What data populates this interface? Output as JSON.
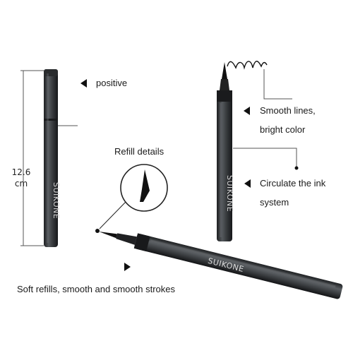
{
  "brand": "SUIKONE",
  "dimension": {
    "value": "12.6",
    "unit": "cm"
  },
  "labels": {
    "positive": "positive",
    "smooth_lines": "Smooth lines,",
    "bright_color": "bright color",
    "refill_details": "Refill details",
    "circulate_ink": "Circulate the ink",
    "system": "system",
    "soft_refills": "Soft refills, smooth and smooth strokes"
  },
  "colors": {
    "pen_body": "#3c3f42",
    "pen_dark": "#1c1d1f",
    "background": "#ffffff",
    "text": "#1a1a1a"
  }
}
